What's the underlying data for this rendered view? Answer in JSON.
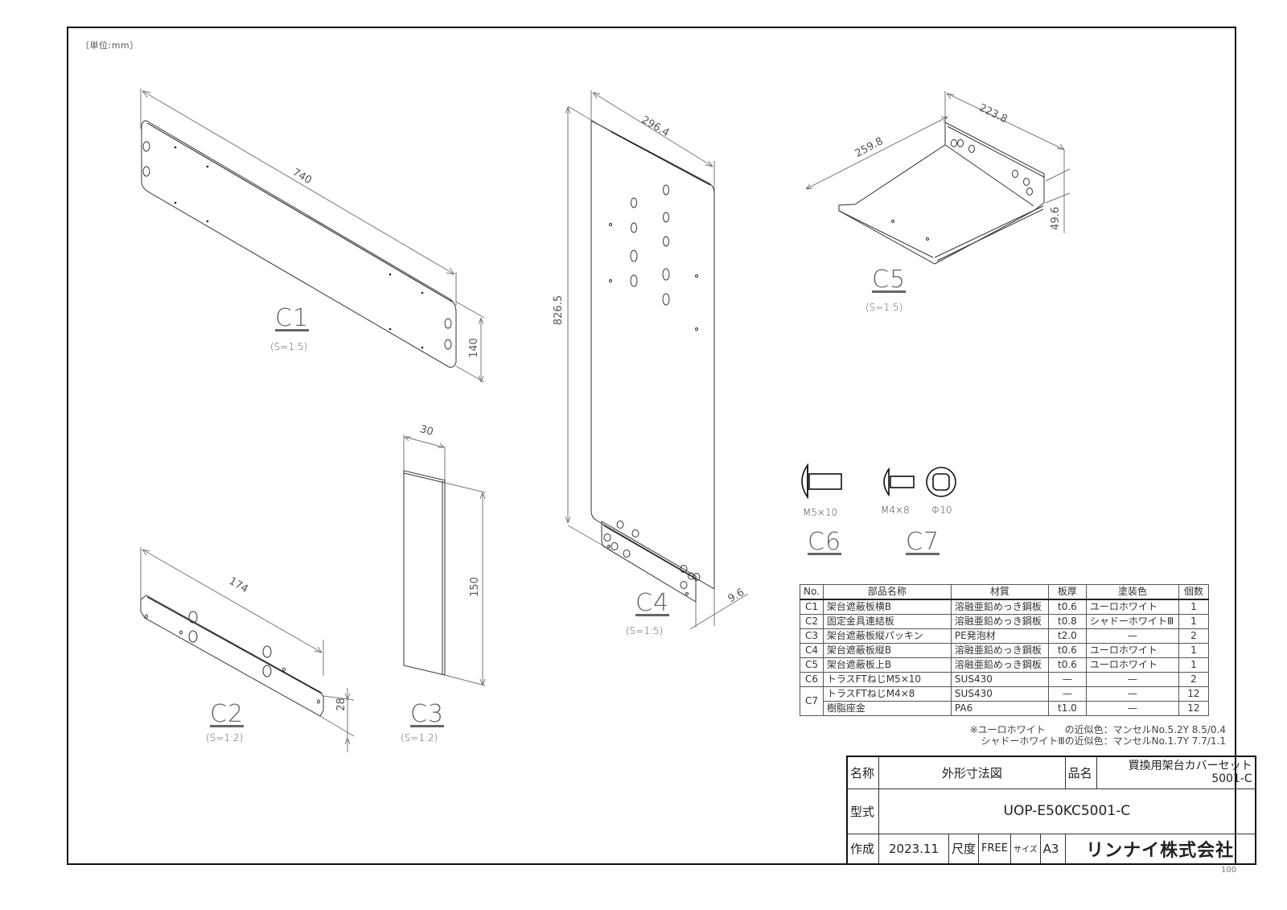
{
  "drawing": {
    "unit_note": "〔単位:mm〕",
    "sheet_number": "100"
  },
  "parts_views": {
    "c1": {
      "label": "C1",
      "scale": "(S=1:5)",
      "dims": {
        "length": "740",
        "height": "140"
      }
    },
    "c2": {
      "label": "C2",
      "scale": "(S=1:2)",
      "dims": {
        "length": "174",
        "height": "28"
      }
    },
    "c3": {
      "label": "C3",
      "scale": "(S=1:2)",
      "dims": {
        "width": "30",
        "height": "150"
      }
    },
    "c4": {
      "label": "C4",
      "scale": "(S=1:5)",
      "dims": {
        "width": "296.4",
        "height": "826.5",
        "depth": "9.6"
      }
    },
    "c5": {
      "label": "C5",
      "scale": "(S=1:5)",
      "dims": {
        "width": "259.8",
        "depth": "223.8",
        "height": "49.6"
      }
    },
    "c6": {
      "label": "C6",
      "spec": "M5×10"
    },
    "c7": {
      "label": "C7",
      "spec_screw": "M4×8",
      "spec_washer": "Φ10"
    }
  },
  "parts_table": {
    "headers": [
      "No.",
      "部品名称",
      "材質",
      "板厚",
      "塗装色",
      "個数"
    ],
    "rows": [
      {
        "no": "C1",
        "name": "架台遮蔽板横B",
        "material": "溶融亜鉛めっき鋼板",
        "thickness": "t0.6",
        "color": "ユーロホワイト",
        "qty": "1"
      },
      {
        "no": "C2",
        "name": "固定金具連結板",
        "material": "溶融亜鉛めっき鋼板",
        "thickness": "t0.8",
        "color": "シャドーホワイトⅢ",
        "qty": "1"
      },
      {
        "no": "C3",
        "name": "架台遮蔽板縦パッキン",
        "material": "PE発泡材",
        "thickness": "t2.0",
        "color": "—",
        "qty": "2"
      },
      {
        "no": "C4",
        "name": "架台遮蔽板縦B",
        "material": "溶融亜鉛めっき鋼板",
        "thickness": "t0.6",
        "color": "ユーロホワイト",
        "qty": "1"
      },
      {
        "no": "C5",
        "name": "架台遮蔽板上B",
        "material": "溶融亜鉛めっき鋼板",
        "thickness": "t0.6",
        "color": "ユーロホワイト",
        "qty": "1"
      },
      {
        "no": "C6",
        "name": "トラスFTねじM5×10",
        "material": "SUS430",
        "thickness": "—",
        "color": "—",
        "qty": "2"
      },
      {
        "no": "C7",
        "name": "トラスFTねじM4×8",
        "material": "SUS430",
        "thickness": "—",
        "color": "—",
        "qty": "12"
      },
      {
        "no": "",
        "name": "樹脂座金",
        "material": "PA6",
        "thickness": "t1.0",
        "color": "—",
        "qty": "12"
      }
    ],
    "notes": [
      "※ユーロホワイト　　の近似色：マンセルNo.5.2Y 8.5/0.4",
      "シャドーホワイトⅢの近似色：マンセルNo.1.7Y 7.7/1.1"
    ]
  },
  "title_block": {
    "name_label": "名称",
    "name_value": "外形寸法図",
    "product_label": "品名",
    "product_value_line1": "買換用架台カバーセット",
    "product_value_line2": "5001-C",
    "model_label": "型式",
    "model_value": "UOP-E50KC5001-C",
    "created_label": "作成",
    "created_value": "2023.11",
    "scale_label": "尺度",
    "scale_value": "FREE",
    "size_label": "サイズ",
    "size_value": "A3",
    "company": "リンナイ株式会社"
  }
}
